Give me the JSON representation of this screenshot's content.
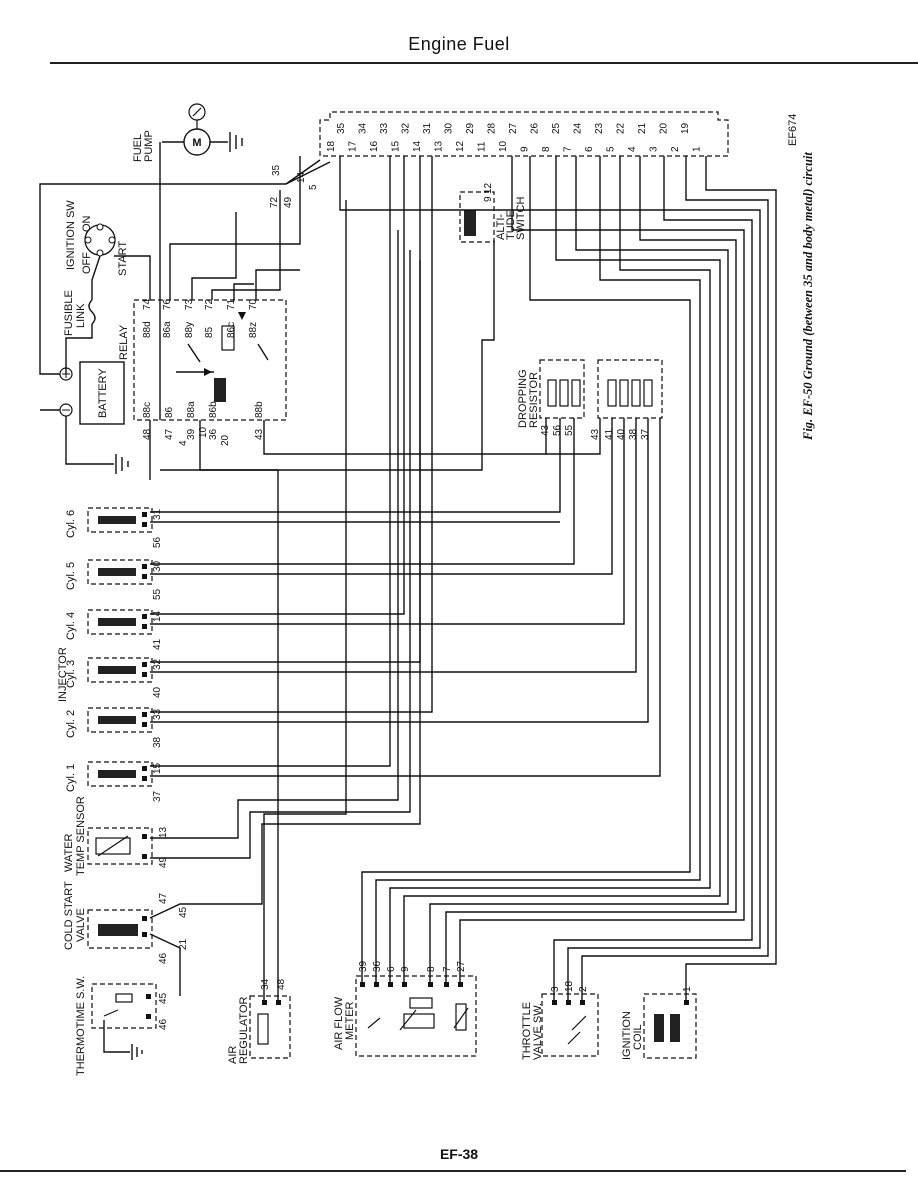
{
  "page": {
    "header_title": "Engine Fuel",
    "page_number": "EF-38",
    "figure_id": "EF674",
    "caption": "Fig. EF-50 Ground (between 35 and body metal) circuit"
  },
  "components": {
    "fuel_pump": [
      "FUEL",
      "PUMP"
    ],
    "fuel_pump_symbol": "M",
    "ignition_switch": "IGNITION SW",
    "ignition_positions": [
      "ON",
      "OFF",
      "START"
    ],
    "fusible_link": [
      "FUSIBLE",
      "LINK"
    ],
    "battery": "BATTERY",
    "relay": "RELAY",
    "altitude_switch": [
      "ALTI-",
      "TUDE",
      "SWITCH"
    ],
    "dropping_resistor": [
      "DROPPING",
      "RESISTOR"
    ],
    "injector_group": "INJECTOR",
    "cylinders": [
      "Cyl. 6",
      "Cyl. 5",
      "Cyl. 4",
      "Cyl. 3",
      "Cyl. 2",
      "Cyl. 1"
    ],
    "water_temp_sensor": [
      "WATER",
      "TEMP SENSOR"
    ],
    "cold_start_valve": [
      "COLD START",
      "VALVE"
    ],
    "thermotime_sw": "THERMOTIME S.W.",
    "air_regulator": [
      "AIR",
      "REGULATOR"
    ],
    "air_flow_meter": [
      "AIR FLOW",
      "METER"
    ],
    "throttle_valve_sw": [
      "THROTTLE",
      "VALVE SW."
    ],
    "ignition_coil": [
      "IGNITION",
      "COIL"
    ]
  },
  "pins": {
    "ecu_row1": [
      "35",
      "34",
      "33",
      "32",
      "31",
      "30",
      "29",
      "28",
      "27",
      "26",
      "25",
      "24",
      "23",
      "22",
      "21",
      "20",
      "19"
    ],
    "ecu_row2": [
      "18",
      "17",
      "16",
      "15",
      "14",
      "13",
      "12",
      "11",
      "10",
      "9",
      "8",
      "7",
      "6",
      "5",
      "4",
      "3",
      "2",
      "1"
    ],
    "ecu_side": [
      "35",
      "72",
      "49",
      "14",
      "5"
    ],
    "altitude": [
      "12",
      "9"
    ],
    "relay_top": [
      "88d",
      "74",
      "86a",
      "76",
      "88y",
      "73",
      "85",
      "72",
      "86c",
      "71",
      "88z",
      "70"
    ],
    "relay_bottom": [
      "88c",
      "48",
      "86",
      "47",
      "88a",
      "39",
      "86b",
      "36",
      "88b",
      "43",
      "10",
      "20",
      "4"
    ],
    "dropping_res": [
      "56",
      "55",
      "43"
    ],
    "resistor_pack": [
      "41",
      "40",
      "38",
      "37",
      "43"
    ],
    "cyl6": [
      "31",
      "56"
    ],
    "cyl5": [
      "30",
      "55"
    ],
    "cyl4": [
      "14",
      "41"
    ],
    "cyl3": [
      "32",
      "40"
    ],
    "cyl2": [
      "33",
      "38"
    ],
    "cyl1": [
      "15",
      "37"
    ],
    "water": [
      "13",
      "49"
    ],
    "cold_start": [
      "47",
      "45",
      "46",
      "21"
    ],
    "thermotime": [
      "45",
      "46"
    ],
    "air_reg": [
      "34",
      "48"
    ],
    "afm": [
      "39",
      "36",
      "6",
      "9",
      "8",
      "7",
      "27"
    ],
    "throttle": [
      "3",
      "18",
      "2"
    ],
    "ign_coil": [
      "1"
    ]
  }
}
